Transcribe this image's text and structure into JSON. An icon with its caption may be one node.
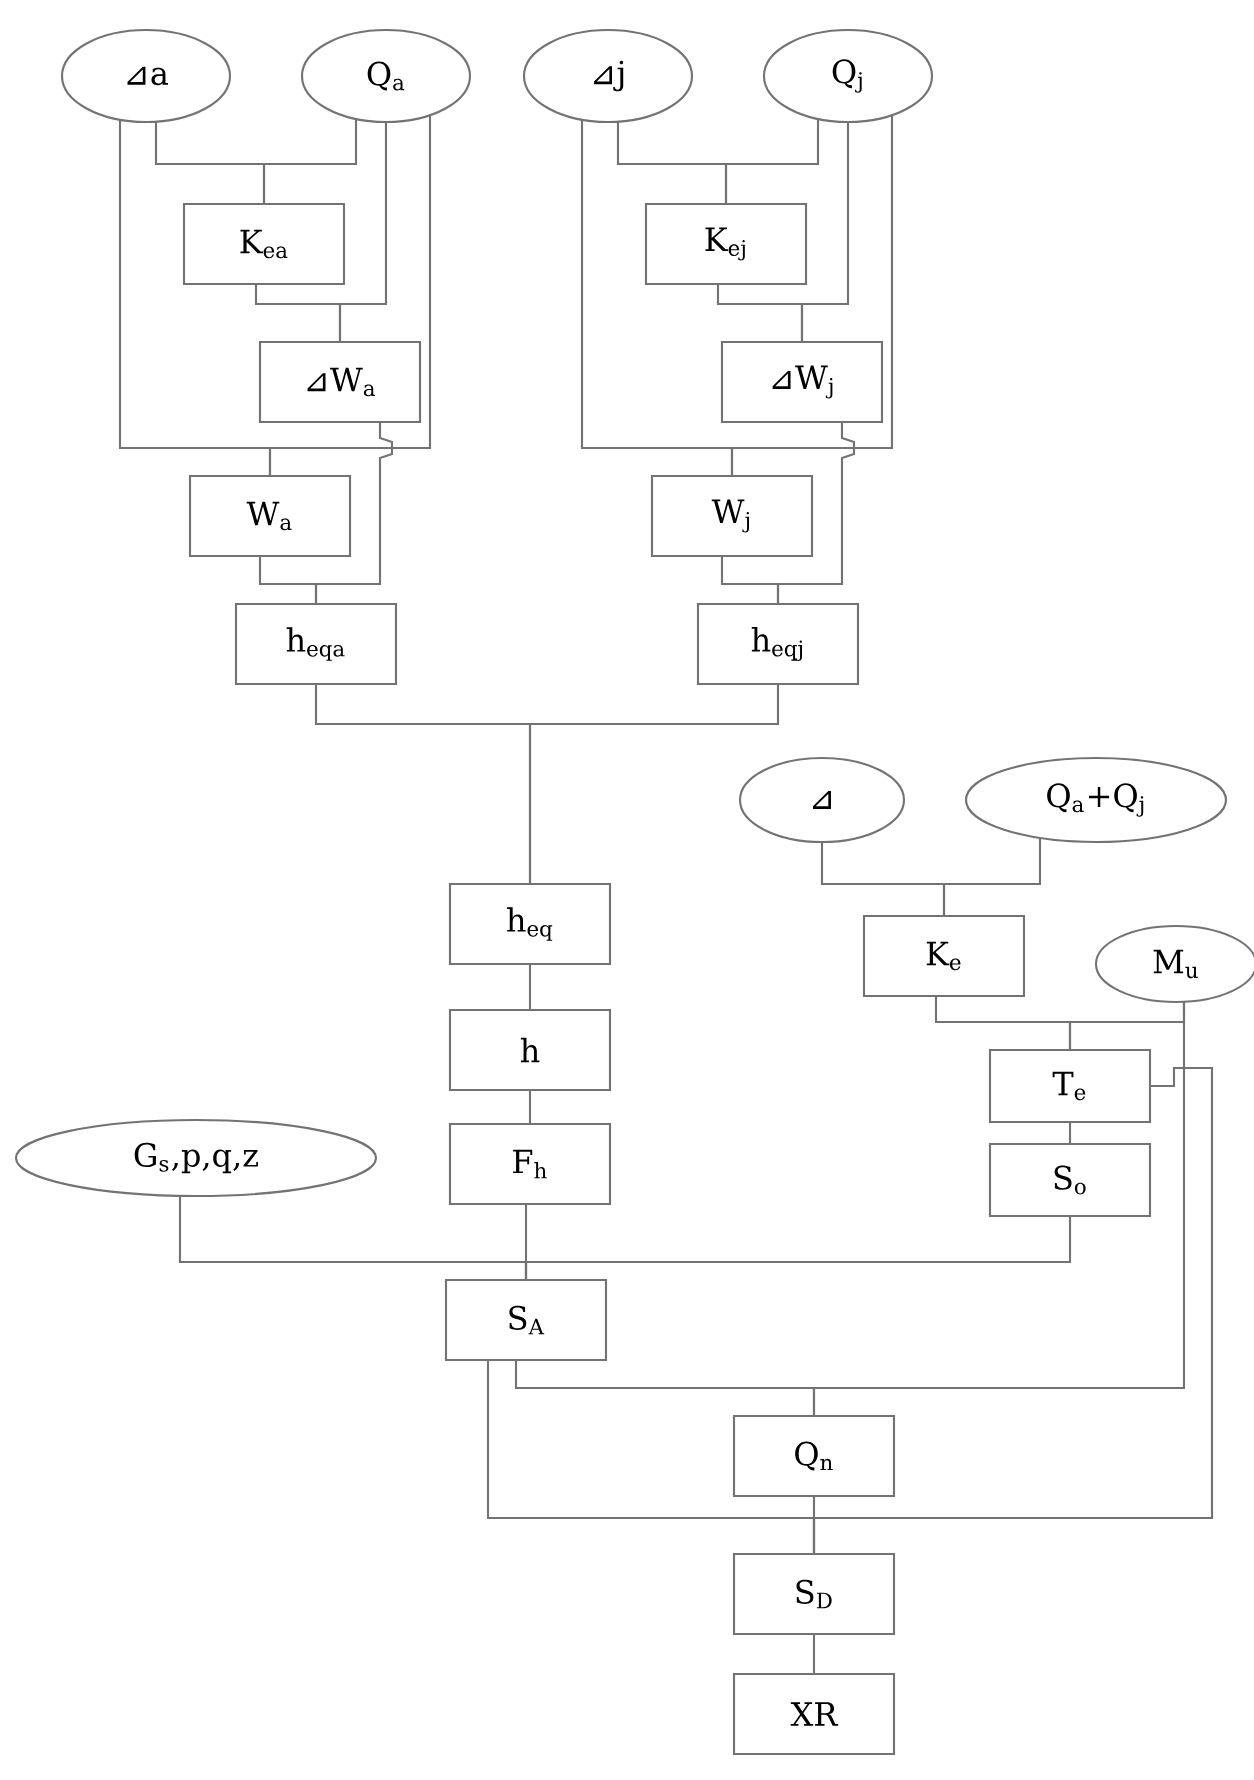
{
  "diagram": {
    "nodes": [
      {
        "text": [
          "⊿a"
        ]
      },
      {
        "text": [
          "Q$_{a}$"
        ]
      },
      {
        "text": [
          "⊿j"
        ]
      },
      {
        "text": [
          "Q$_{j}$"
        ]
      },
      {
        "text": [
          "K$_{ea}$"
        ]
      },
      {
        "text": [
          "K$_{ej}$"
        ]
      },
      {
        "text": [
          "⊿W$_{a}$"
        ]
      },
      {
        "text": [
          "⊿W$_{j}$"
        ]
      },
      {
        "text": [
          "W$_{a}$"
        ]
      },
      {
        "text": [
          "W$_{j}$"
        ]
      },
      {
        "text": [
          "h$_{eqa}$"
        ]
      },
      {
        "text": [
          "h$_{eqj}$"
        ]
      },
      {
        "text": [
          "⊿"
        ]
      },
      {
        "text": [
          "Q$_{a}$+Q$_{j}$"
        ]
      },
      {
        "text": [
          "h$_{eq}$"
        ]
      },
      {
        "text": [
          "K$_{e}$"
        ]
      },
      {
        "text": [
          "M$_{u}$"
        ]
      },
      {
        "text": [
          "h"
        ]
      },
      {
        "text": [
          "T$_{e}$"
        ]
      },
      {
        "text": [
          "G$_{s}$,p,q,z"
        ]
      },
      {
        "text": [
          "F$_{h}$"
        ]
      },
      {
        "text": [
          "S$_{o}$"
        ]
      },
      {
        "text": [
          "S$_{A}$"
        ]
      },
      {
        "text": [
          "Q$_{n}$"
        ]
      },
      {
        "text": [
          "S$_{D}$"
        ]
      },
      {
        "text": [
          "XR"
        ]
      }
    ],
    "edges": [
      {
        "from": 0,
        "to": 4,
        "arrow": "none"
      },
      {
        "from": 1,
        "to": 4,
        "arrow": "none"
      },
      {
        "from": 4,
        "to": 6,
        "arrow": "none"
      },
      {
        "from": 1,
        "to": 6,
        "arrow": "none"
      },
      {
        "from": 0,
        "to": 8,
        "arrow": "none"
      },
      {
        "from": 1,
        "to": 8,
        "arrow": "none"
      },
      {
        "from": 8,
        "to": 10,
        "arrow": "none"
      },
      {
        "from": 6,
        "to": 10,
        "arrow": "none"
      },
      {
        "from": 2,
        "to": 5,
        "arrow": "none"
      },
      {
        "from": 3,
        "to": 5,
        "arrow": "none"
      },
      {
        "from": 5,
        "to": 7,
        "arrow": "none"
      },
      {
        "from": 3,
        "to": 7,
        "arrow": "none"
      },
      {
        "from": 2,
        "to": 9,
        "arrow": "none"
      },
      {
        "from": 3,
        "to": 9,
        "arrow": "none"
      },
      {
        "from": 9,
        "to": 11,
        "arrow": "none"
      },
      {
        "from": 7,
        "to": 11,
        "arrow": "none"
      },
      {
        "from": 10,
        "to": 14,
        "arrow": "none"
      },
      {
        "from": 11,
        "to": 14,
        "arrow": "none"
      },
      {
        "from": 12,
        "to": 15,
        "arrow": "none"
      },
      {
        "from": 13,
        "to": 15,
        "arrow": "none"
      },
      {
        "from": 14,
        "to": 17,
        "arrow": "none"
      },
      {
        "from": 15,
        "to": 18,
        "arrow": "none"
      },
      {
        "from": 16,
        "to": 18,
        "arrow": "none"
      },
      {
        "from": 17,
        "to": 20,
        "arrow": "none"
      },
      {
        "from": 18,
        "to": 21,
        "arrow": "none"
      },
      {
        "from": 19,
        "to": 22,
        "arrow": "none"
      },
      {
        "from": 20,
        "to": 22,
        "arrow": "none"
      },
      {
        "from": 21,
        "to": 22,
        "arrow": "none"
      },
      {
        "from": 22,
        "to": 23,
        "arrow": "none"
      },
      {
        "from": 16,
        "to": 23,
        "arrow": "none"
      },
      {
        "from": 22,
        "to": 24,
        "arrow": "none"
      },
      {
        "from": 18,
        "to": 24,
        "arrow": "none"
      },
      {
        "from": 23,
        "to": 24,
        "arrow": "none"
      },
      {
        "from": 24,
        "to": 25,
        "arrow": "none"
      }
    ]
  }
}
